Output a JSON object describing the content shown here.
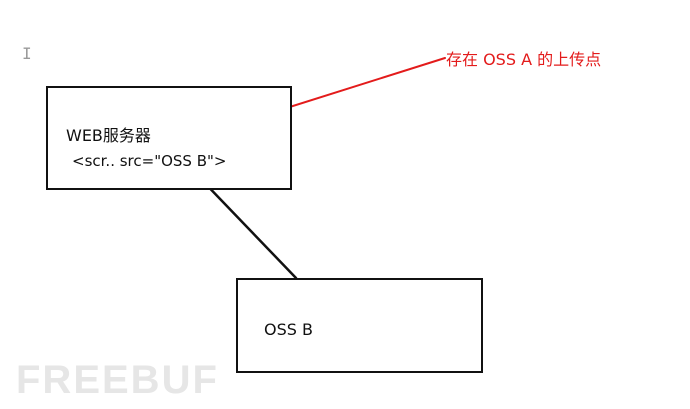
{
  "diagram": {
    "web_server": {
      "title": "WEB服务器",
      "code": "<scr.. src=\"OSS B\">"
    },
    "oss_b": {
      "label": "OSS B"
    },
    "annotation": {
      "text": "存在 OSS A 的上传点",
      "color": "#e31b1b"
    },
    "connector_color": "#111111",
    "watermark": "FREEBUF"
  },
  "icons": {
    "cursor": "text-cursor-icon"
  }
}
